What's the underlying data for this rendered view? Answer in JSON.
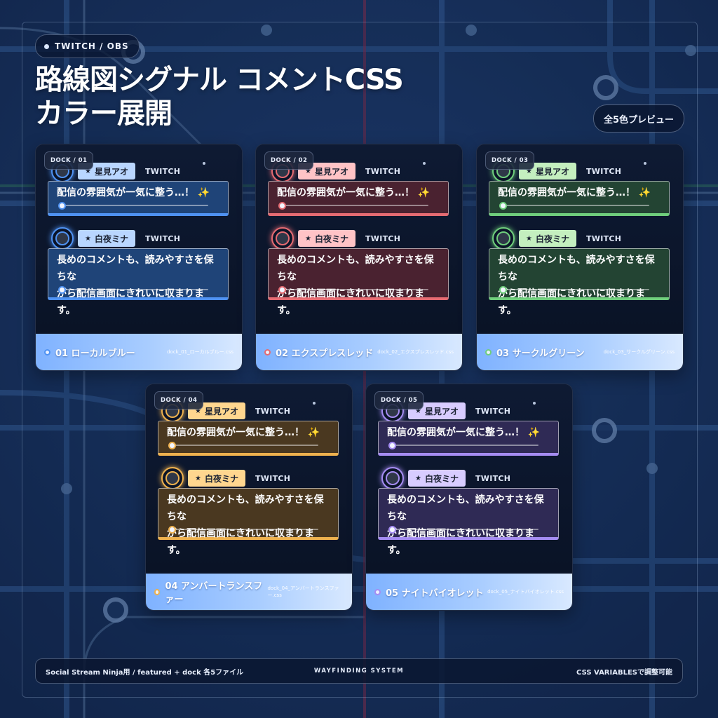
{
  "badge": {
    "label": "TWITCH / OBS"
  },
  "title": {
    "line1": "路線図シグナル コメントCSS",
    "line2": "カラー展開"
  },
  "preview_pill": "全5色プレビュー",
  "sample": {
    "user1": "星見アオ",
    "user2": "白夜ミナ",
    "platform": "TWITCH",
    "message1": "配信の雰囲気が一気に整う…！ ✨",
    "message2_line1": "長めのコメントも、読みやすさを保ちな",
    "message2_line2": "がら配信画面にきれいに収まります。"
  },
  "cards": [
    {
      "dock": "DOCK / 01",
      "name": "01 ローカルブルー",
      "file": "dock_01_ローカルブルー.css",
      "accent": "#4f92f2",
      "bubble": "#1f4478",
      "chip": "#b9d6ff"
    },
    {
      "dock": "DOCK / 02",
      "name": "02 エクスプレスレッド",
      "file": "dock_02_エクスプレスレッド.css",
      "accent": "#e56b72",
      "bubble": "#4a2230",
      "chip": "#ffc3c6"
    },
    {
      "dock": "DOCK / 03",
      "name": "03 サークルグリーン",
      "file": "dock_03_サークルグリーン.css",
      "accent": "#6fce7c",
      "bubble": "#234433",
      "chip": "#c4efbf"
    },
    {
      "dock": "DOCK / 04",
      "name": "04 アンバートランスファー",
      "file": "dock_04_アンバートランスファー.css",
      "accent": "#eeb14e",
      "bubble": "#4a3820",
      "chip": "#ffd68f"
    },
    {
      "dock": "DOCK / 05",
      "name": "05 ナイトバイオレット",
      "file": "dock_05_ナイトバイオレット.css",
      "accent": "#a58cf2",
      "bubble": "#2f2a55",
      "chip": "#d8ccff"
    }
  ],
  "bottom_bar": {
    "left": "Social Stream Ninja用 / featured + dock 各5ファイル",
    "center": "WAYFINDING SYSTEM",
    "right": "CSS VARIABLESで調整可能"
  }
}
